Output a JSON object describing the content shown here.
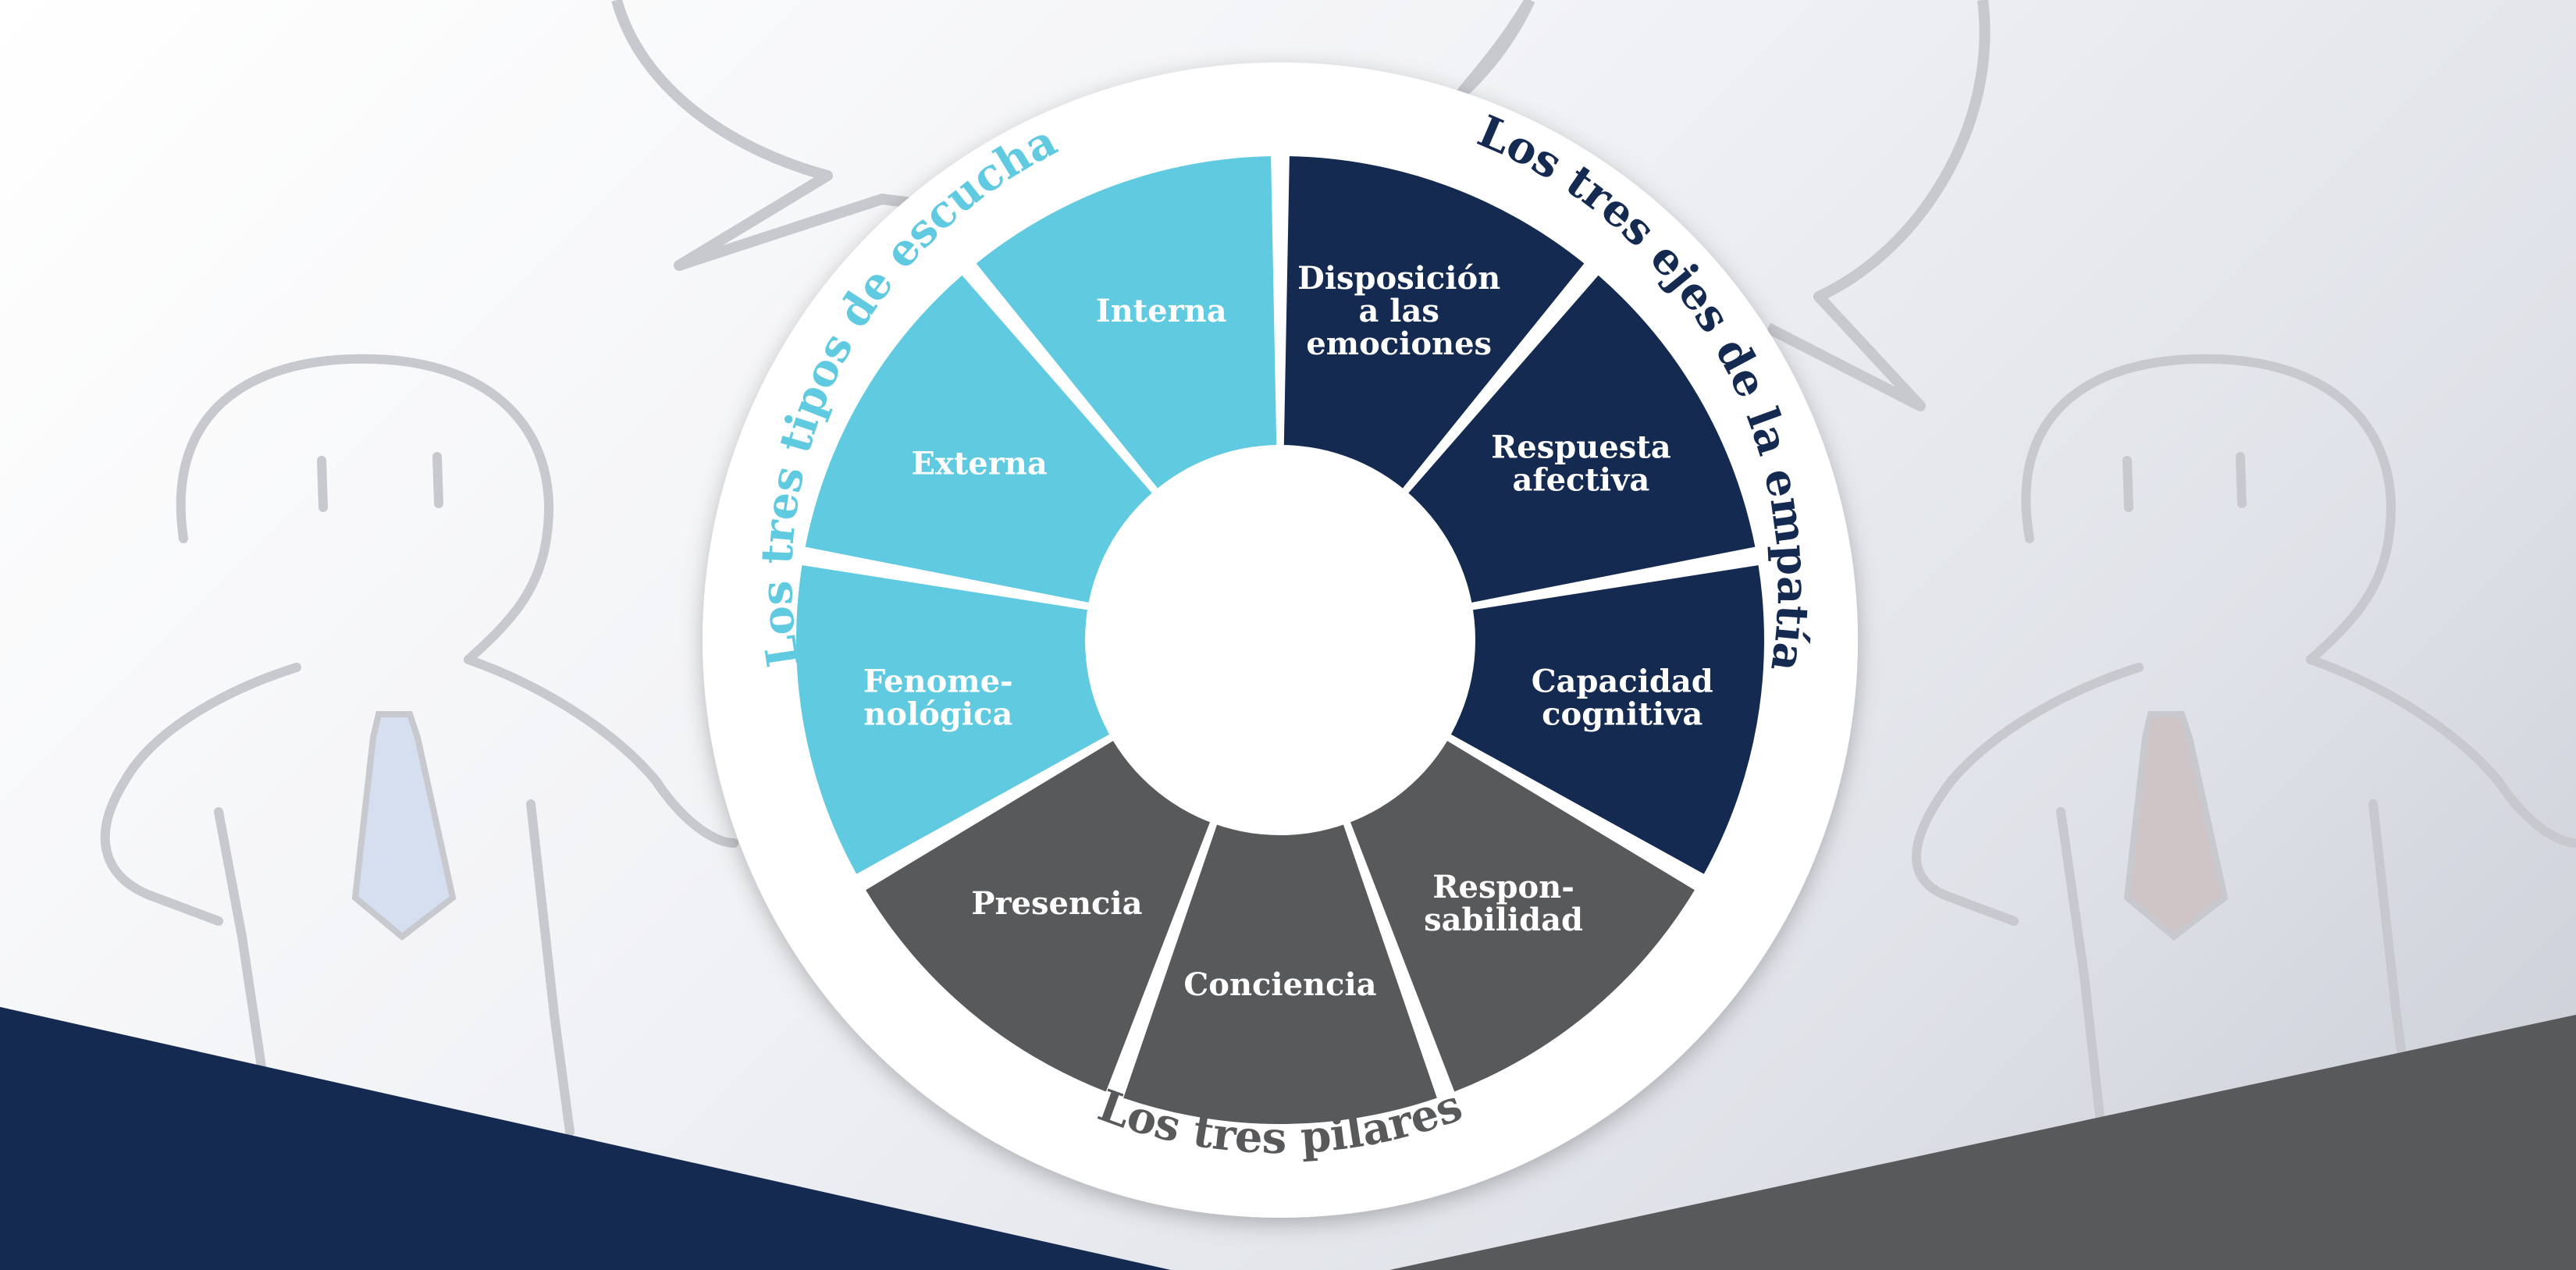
{
  "colors": {
    "escucha": "#5fcae0",
    "empatia": "#152a50",
    "pilares": "#58595b",
    "figure_stroke": "#c7c9ce",
    "tie_left": "#d5dff0",
    "tie_right": "#cfc4c6",
    "band_left": "#152a50",
    "band_right": "#58595b"
  },
  "groups": {
    "escucha": {
      "title": "Los tres tipos de escucha"
    },
    "empatia": {
      "title": "Los tres ejes de la empatía"
    },
    "pilares": {
      "title": "Los tres pilares"
    }
  },
  "segments": [
    {
      "id": "interna",
      "group": "escucha",
      "lines": [
        "Interna"
      ]
    },
    {
      "id": "externa",
      "group": "escucha",
      "lines": [
        "Externa"
      ]
    },
    {
      "id": "fenomenologica",
      "group": "escucha",
      "lines": [
        "Fenome-",
        "nológica"
      ]
    },
    {
      "id": "presencia",
      "group": "pilares",
      "lines": [
        "Presencia"
      ]
    },
    {
      "id": "conciencia",
      "group": "pilares",
      "lines": [
        "Conciencia"
      ]
    },
    {
      "id": "responsabilidad",
      "group": "pilares",
      "lines": [
        "Respon-",
        "sabilidad"
      ]
    },
    {
      "id": "capacidad-cognitiva",
      "group": "empatia",
      "lines": [
        "Capacidad",
        "cognitiva"
      ]
    },
    {
      "id": "respuesta-afectiva",
      "group": "empatia",
      "lines": [
        "Respuesta",
        "afectiva"
      ]
    },
    {
      "id": "disposicion",
      "group": "empatia",
      "lines": [
        "Disposición",
        "a las",
        "emociones"
      ]
    }
  ]
}
